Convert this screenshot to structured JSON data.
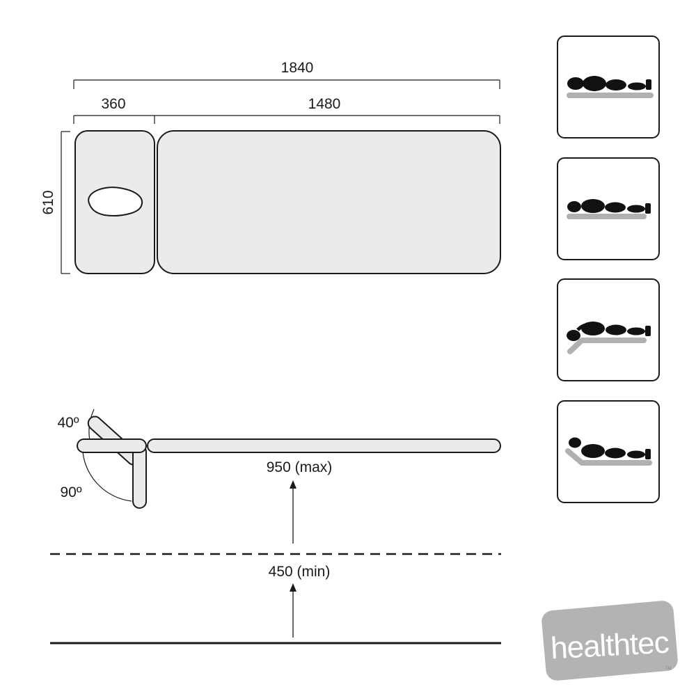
{
  "dimensions": {
    "total_length": "1840",
    "headrest_length": "360",
    "body_length": "1480",
    "width": "610"
  },
  "profile": {
    "angle_up": "40º",
    "angle_down": "90º",
    "height_max": "950 (max)",
    "height_min": "450 (min)"
  },
  "positions": [
    {
      "icon": "patient-flat-icon"
    },
    {
      "icon": "patient-flat-low-head-icon"
    },
    {
      "icon": "patient-headrest-down-icon"
    },
    {
      "icon": "patient-headrest-up-icon"
    }
  ],
  "logo": {
    "name_part1": "health",
    "name_part2": "tec",
    "trademark": "TM"
  },
  "colors": {
    "line": "#1a1a1a",
    "table_fill": "#ebebeb",
    "icon_surface": "#b0b0b0",
    "logo_bg": "#b3b3b3"
  }
}
